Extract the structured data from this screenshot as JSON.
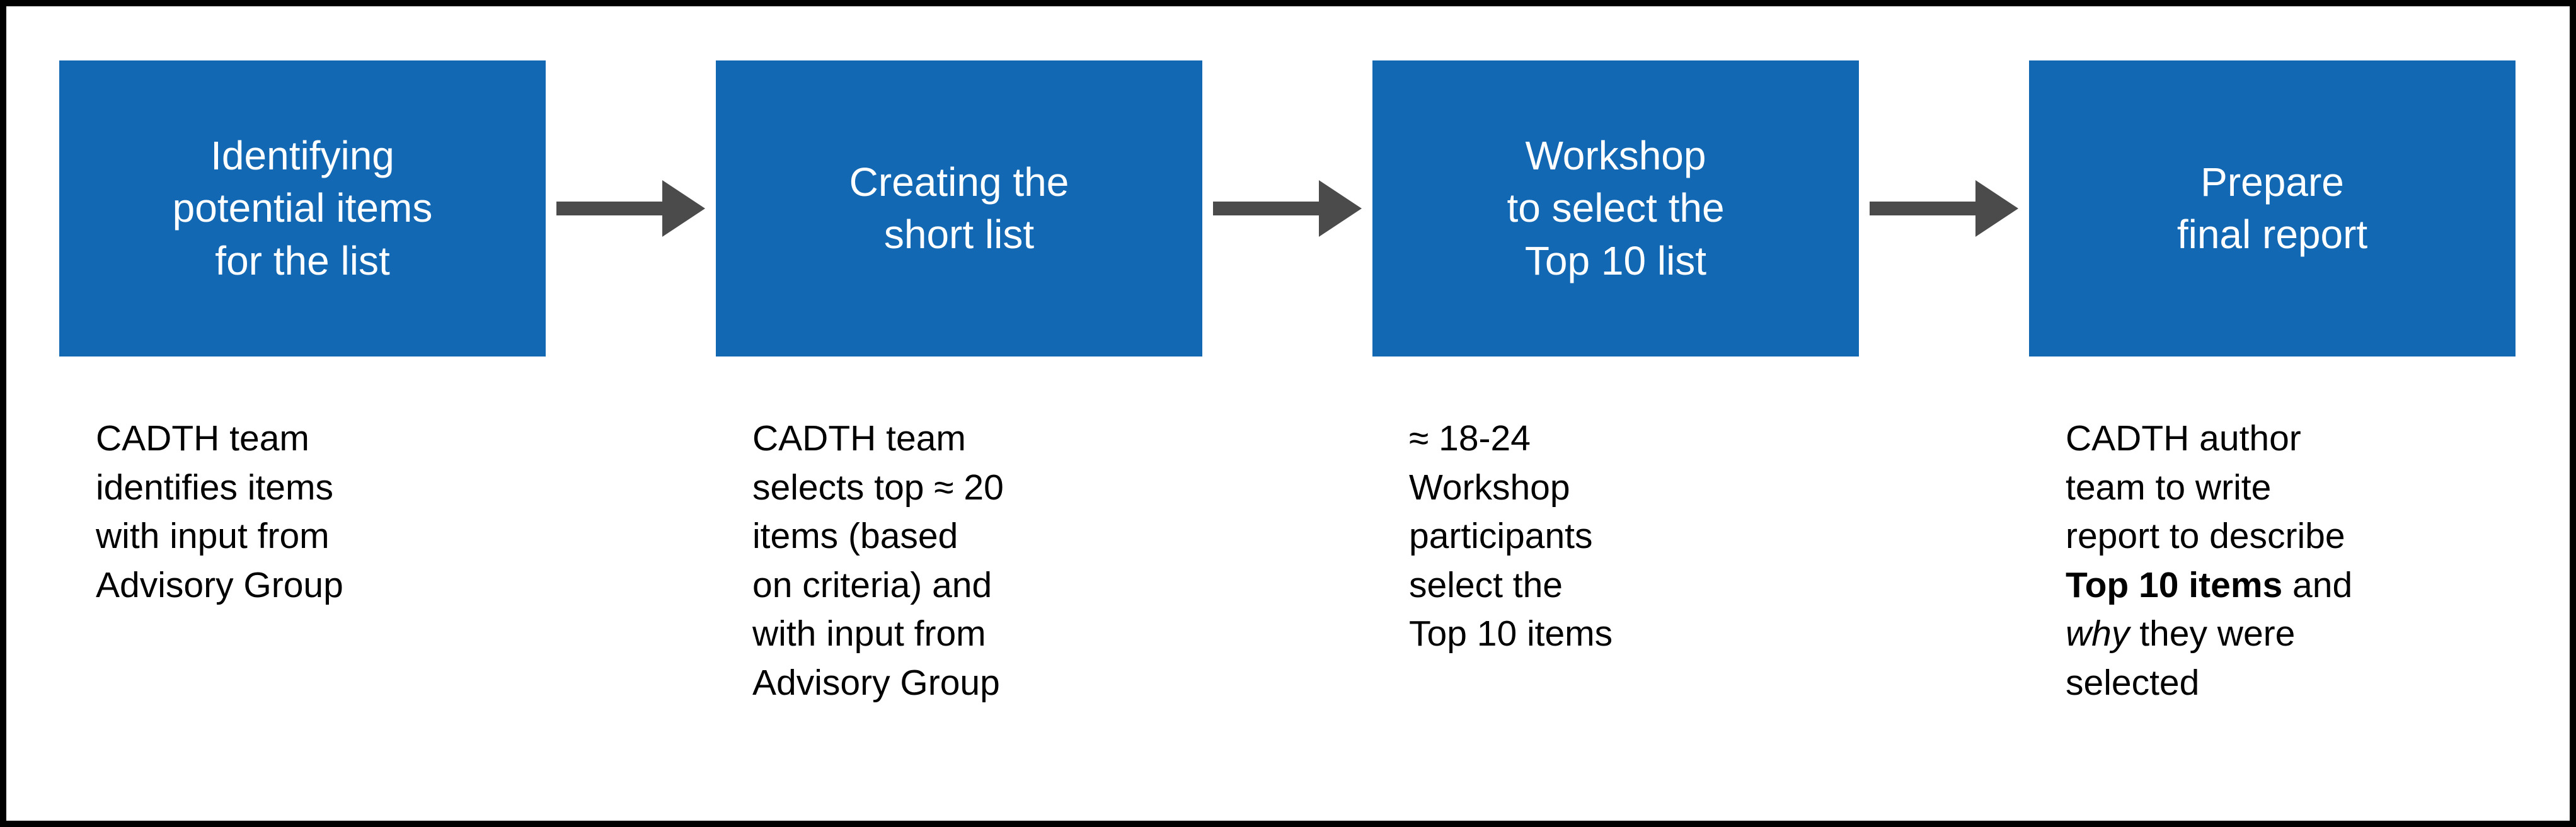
{
  "diagram": {
    "colors": {
      "box_fill": "#1268b3",
      "box_title_text": "#ffffff",
      "arrow": "#4b4b4b",
      "border": "#000000",
      "body_text": "#000000"
    },
    "steps": [
      {
        "title": "Identifying\npotential items\nfor the list",
        "description": [
          {
            "text": "CADTH team\nidentifies items\nwith input from\nAdvisory Group"
          }
        ]
      },
      {
        "title": "Creating the\nshort list",
        "description": [
          {
            "text": "CADTH team\nselects top ≈ 20\nitems (based\non criteria) and\nwith input from\nAdvisory Group"
          }
        ]
      },
      {
        "title": "Workshop\nto select the\nTop 10 list",
        "description": [
          {
            "text": "≈ 18-24\nWorkshop\nparticipants\nselect the\nTop 10 items"
          }
        ]
      },
      {
        "title": "Prepare\nfinal report",
        "description": [
          {
            "text": "CADTH author\nteam to write\nreport to describe\n"
          },
          {
            "text": "Top 10 items",
            "bold": true
          },
          {
            "text": " and\n"
          },
          {
            "text": "why",
            "italic": true
          },
          {
            "text": " they were\nselected"
          }
        ]
      }
    ]
  }
}
